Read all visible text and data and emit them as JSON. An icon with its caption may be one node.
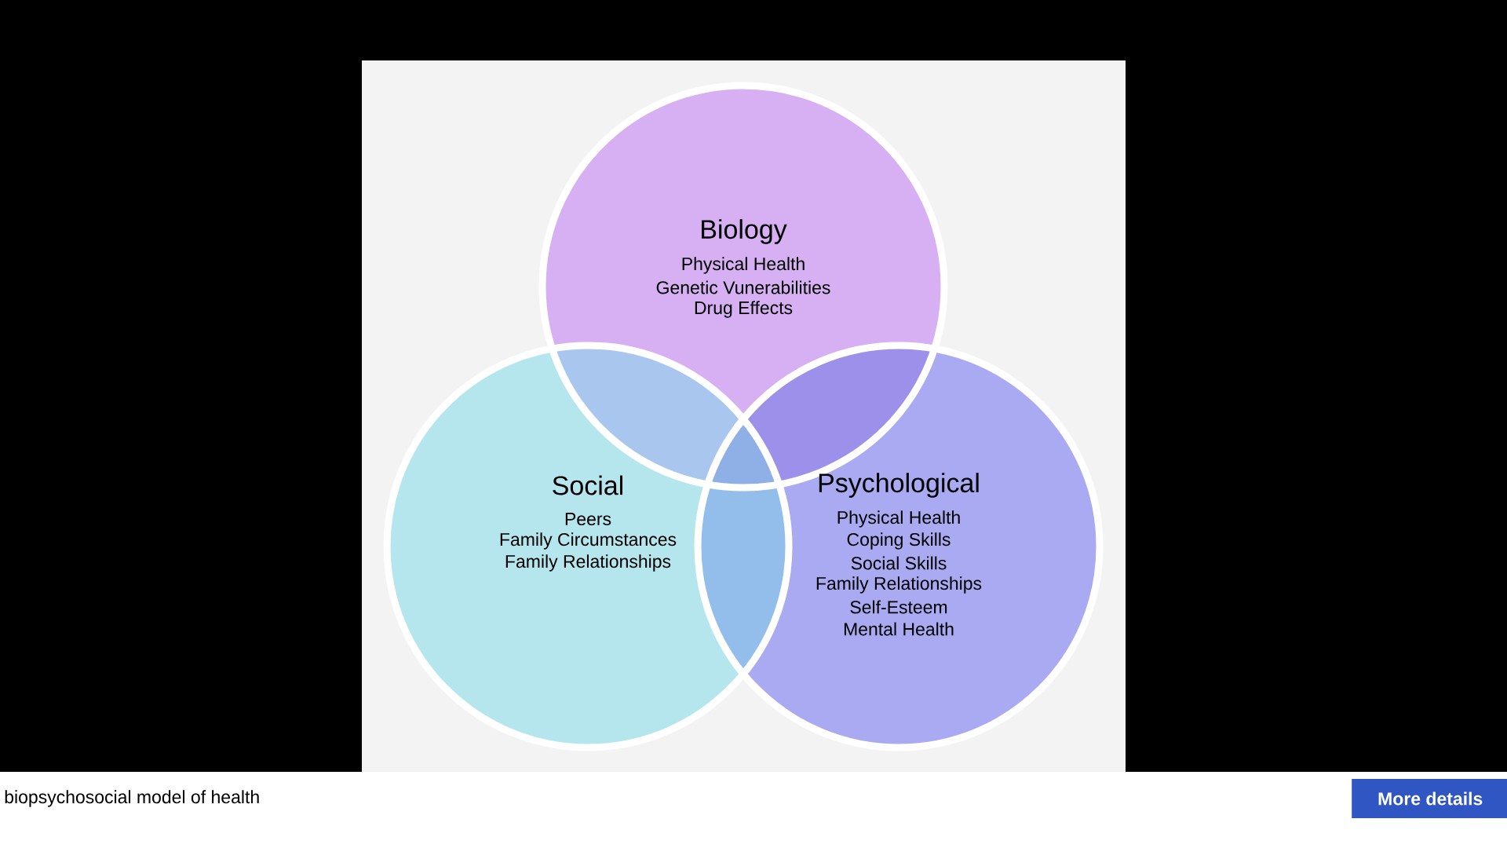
{
  "diagram": {
    "caption": "biopsychosocial model of health",
    "nodes": [
      {
        "text": [
          "Biology",
          "Physical Health",
          "Genetic Vunerabilities",
          "Drug Effects"
        ]
      },
      {
        "text": [
          "Social",
          "Peers",
          "Family Circumstances",
          "Family Relationships"
        ]
      },
      {
        "text": [
          "Psychological",
          "Physical Health",
          "Coping Skills",
          "Social Skills",
          "Family Relationships",
          "Self-Esteem",
          "Mental Health"
        ]
      }
    ],
    "labels": [
      "More details"
    ]
  }
}
